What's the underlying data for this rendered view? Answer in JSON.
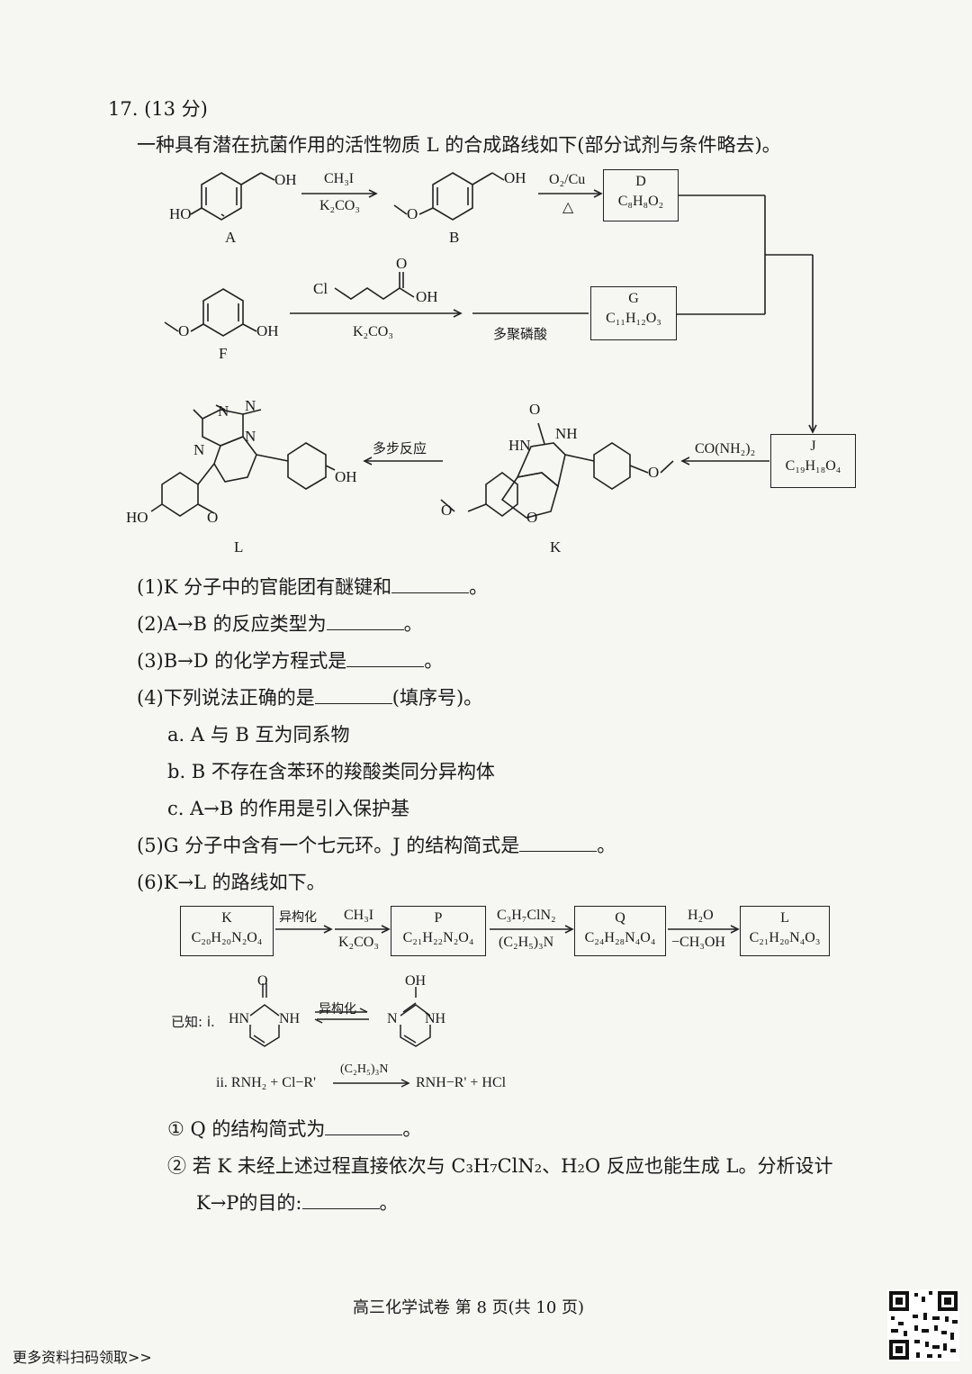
{
  "question": {
    "number": "17.",
    "score": "(13 分)",
    "intro": "一种具有潜在抗菌作用的活性物质 L 的合成路线如下(部分试剂与条件略去)。"
  },
  "scheme": {
    "A_label": "A",
    "B_label": "B",
    "F_label": "F",
    "K_label": "K",
    "L_label": "L",
    "reagent_AB_top": "CH₃I",
    "reagent_AB_bottom": "K₂CO₃",
    "reagent_BD_top": "O₂/Cu",
    "reagent_BD_bottom": "△",
    "D_name": "D",
    "D_formula": "C₈H₈O₂",
    "G_name": "G",
    "G_formula": "C₁₁H₁₂O₃",
    "J_name": "J",
    "J_formula": "C₁₉H₁₈O₄",
    "reagent_FG_bottom": "K₂CO₃",
    "reagent_FG_second": "多聚磷酸",
    "reagent_JK": "CO(NH₂)₂",
    "reagent_KL": "多步反应",
    "atom_OH": "OH",
    "atom_HO": "HO",
    "atom_O": "O",
    "atom_Cl": "Cl",
    "atom_N": "N",
    "atom_NH": "NH",
    "atom_HN": "HN"
  },
  "questions": [
    {
      "id": "(1)",
      "text": "K 分子中的官能团有醚键和",
      "end": "。"
    },
    {
      "id": "(2)",
      "text": "A→B 的反应类型为",
      "end": "。"
    },
    {
      "id": "(3)",
      "text": "B→D 的化学方程式是",
      "end": "。"
    },
    {
      "id": "(4)",
      "text": "下列说法正确的是",
      "end": "(填序号)。"
    }
  ],
  "options": [
    "a. A 与 B 互为同系物",
    "b. B 不存在含苯环的羧酸类同分异构体",
    "c. A→B 的作用是引入保护基"
  ],
  "q5": {
    "id": "(5)",
    "text": "G 分子中含有一个七元环。J 的结构简式是",
    "end": "。"
  },
  "q6": {
    "id": "(6)",
    "text": "K→L 的路线如下。"
  },
  "route": {
    "K_name": "K",
    "K_formula": "C₂₀H₂₀N₂O₄",
    "step1_top": "异构化",
    "step2_top": "CH₃I",
    "step2_bottom": "K₂CO₃",
    "P_name": "P",
    "P_formula": "C₂₁H₂₂N₂O₄",
    "step3_top": "C₃H₇ClN₂",
    "step3_bottom": "(C₂H₅)₃N",
    "Q_name": "Q",
    "Q_formula": "C₂₄H₂₈N₄O₄",
    "step4_top": "H₂O",
    "step4_bottom": "−CH₃OH",
    "L_name": "L",
    "L_formula": "C₂₁H₂₀N₄O₃"
  },
  "known": {
    "prefix": "已知: i.",
    "iso_label": "异构化",
    "ii_left": "ii. RNH₂ + Cl−R'",
    "ii_cond": "(C₂H₅)₃N",
    "ii_right": "RNH−R' + HCl"
  },
  "sub": [
    {
      "id": "①",
      "text": "Q 的结构简式为",
      "end": "。"
    },
    {
      "id": "②",
      "text": "若 K 未经上述过程直接依次与 C₃H₇ClN₂、H₂O 反应也能生成 L。分析设计",
      "line2": "K→P的目的:",
      "end": "。"
    }
  ],
  "footer": {
    "center": "高三化学试卷    第 8 页(共 10 页)",
    "left": "更多资料扫码领取>>"
  }
}
